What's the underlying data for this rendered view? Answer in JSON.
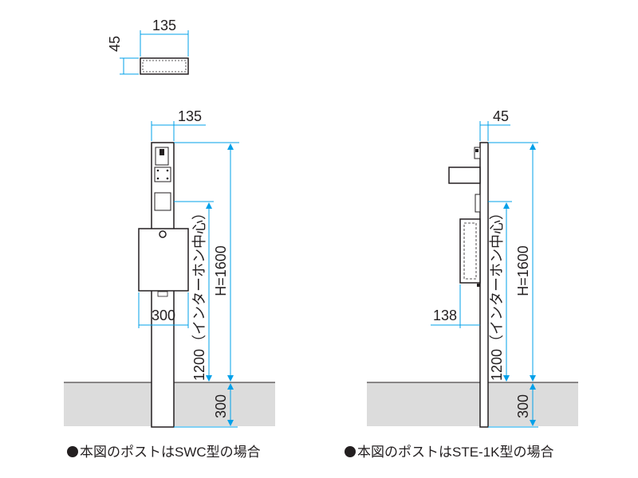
{
  "colors": {
    "line": "#231f20",
    "dimension": "#00a0e9",
    "ground": "#dcdcdc"
  },
  "top_view": {
    "width_label": "135",
    "depth_label": "45"
  },
  "front_view": {
    "width_label": "135",
    "post_width_label": "300",
    "height_label": "H=1600",
    "intercom_label": "1200（インターホン中心）",
    "embed_label": "300",
    "caption": "本図のポストはSWC型の場合"
  },
  "side_view": {
    "depth_label": "45",
    "offset_label": "138",
    "height_label": "H=1600",
    "intercom_label": "1200（インターホン中心）",
    "embed_label": "300",
    "caption": "本図のポストはSTE-1K型の場合"
  }
}
